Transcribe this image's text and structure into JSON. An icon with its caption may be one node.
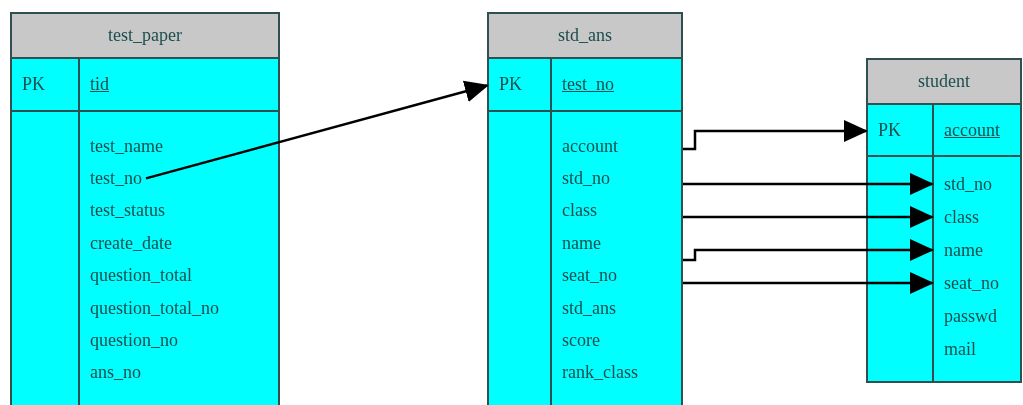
{
  "diagram": {
    "nodes": [
      {
        "text": [
          "test_paper"
        ]
      },
      {
        "text": [
          "PK",
          "tid"
        ],
        "in": 0
      },
      {
        "text": [
          "test_name"
        ],
        "in": 0
      },
      {
        "text": [
          "test_no"
        ],
        "in": 0
      },
      {
        "text": [
          "test_status"
        ],
        "in": 0
      },
      {
        "text": [
          "create_date"
        ],
        "in": 0
      },
      {
        "text": [
          "question_total"
        ],
        "in": 0
      },
      {
        "text": [
          "question_total_no"
        ],
        "in": 0
      },
      {
        "text": [
          "question_no"
        ],
        "in": 0
      },
      {
        "text": [
          "ans_no"
        ],
        "in": 0
      },
      {
        "text": [
          "std_ans"
        ]
      },
      {
        "text": [
          "PK",
          "test_no"
        ],
        "in": 10
      },
      {
        "text": [
          "account"
        ],
        "in": 10
      },
      {
        "text": [
          "std_no"
        ],
        "in": 10
      },
      {
        "text": [
          "class"
        ],
        "in": 10
      },
      {
        "text": [
          "name"
        ],
        "in": 10
      },
      {
        "text": [
          "seat_no"
        ],
        "in": 10
      },
      {
        "text": [
          "std_ans"
        ],
        "in": 10
      },
      {
        "text": [
          "score"
        ],
        "in": 10
      },
      {
        "text": [
          "rank_class"
        ],
        "in": 10
      },
      {
        "text": [
          "student"
        ]
      },
      {
        "text": [
          "PK",
          "account"
        ],
        "in": 20
      },
      {
        "text": [
          "std_no"
        ],
        "in": 20
      },
      {
        "text": [
          "class"
        ],
        "in": 20
      },
      {
        "text": [
          "name"
        ],
        "in": 20
      },
      {
        "text": [
          "seat_no"
        ],
        "in": 20
      },
      {
        "text": [
          "passwd"
        ],
        "in": 20
      },
      {
        "text": [
          "mail"
        ],
        "in": 20
      }
    ],
    "edges": [
      {
        "from": 3,
        "to": 11,
        "arrow": "to"
      },
      {
        "from": 10,
        "to": 21,
        "arrow": "to"
      },
      {
        "from": 10,
        "to": 22,
        "arrow": "to"
      },
      {
        "from": 10,
        "to": 23,
        "arrow": "to"
      },
      {
        "from": 10,
        "to": 24,
        "arrow": "to"
      },
      {
        "from": 10,
        "to": 25,
        "arrow": "to"
      }
    ]
  }
}
